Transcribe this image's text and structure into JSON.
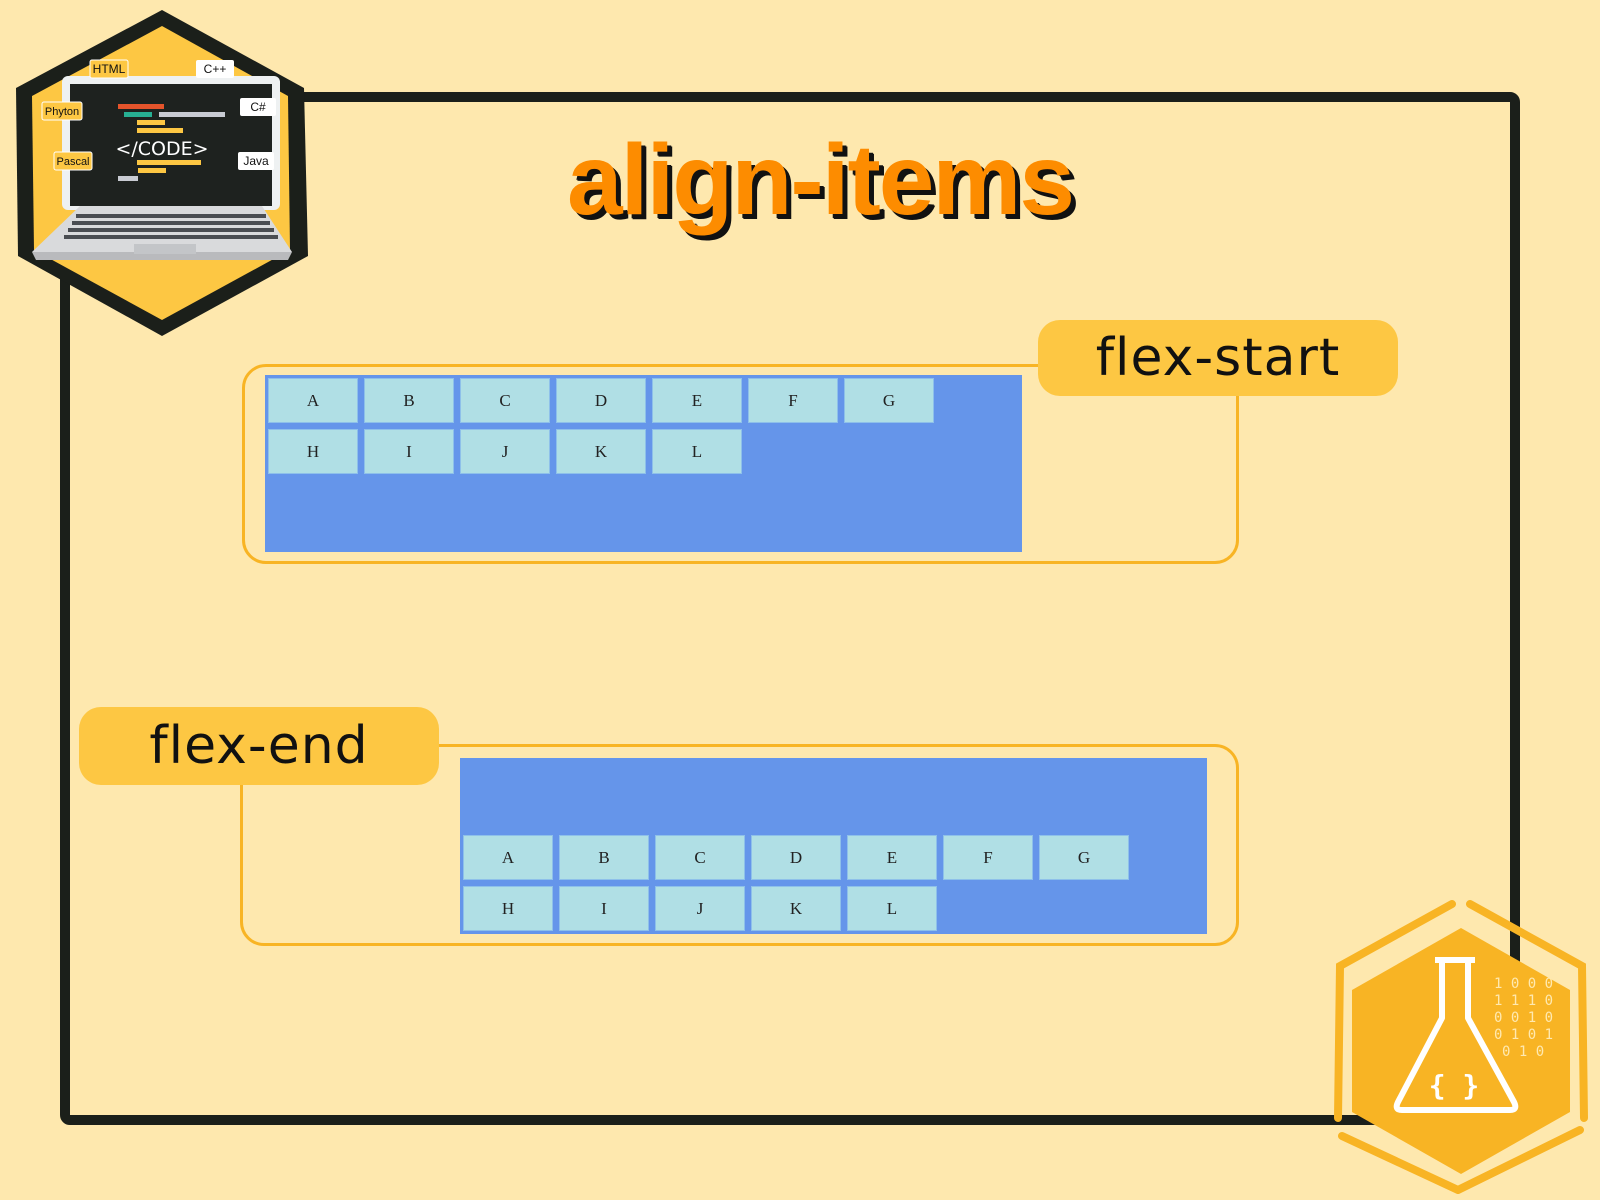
{
  "title": "align-items",
  "colors": {
    "background": "#fee8ae",
    "frame": "#1b1f1a",
    "title": "#fd8c00",
    "pill": "#fdc743",
    "outline": "#f8b424",
    "container": "#6595ea",
    "item": "#b0dfe5"
  },
  "badges": {
    "top_left": {
      "icon": "laptop-code-icon",
      "screen_text": "</CODE>",
      "languages": [
        "HTML",
        "C++",
        "Phyton",
        "C#",
        "Pascal",
        "Java"
      ]
    },
    "bottom_right": {
      "icon": "flask-icon",
      "flask_text": "{ }",
      "binary_rows": [
        "1 0 0 0",
        "1 1 1 0",
        "0 0 1 0",
        "0 1 0 1",
        "0 1 0"
      ]
    }
  },
  "examples": [
    {
      "label": "flex-start",
      "row1": [
        "A",
        "B",
        "C",
        "D",
        "E",
        "F",
        "G"
      ],
      "row2": [
        "H",
        "I",
        "J",
        "K",
        "L"
      ]
    },
    {
      "label": "flex-end",
      "row1": [
        "A",
        "B",
        "C",
        "D",
        "E",
        "F",
        "G"
      ],
      "row2": [
        "H",
        "I",
        "J",
        "K",
        "L"
      ]
    }
  ]
}
